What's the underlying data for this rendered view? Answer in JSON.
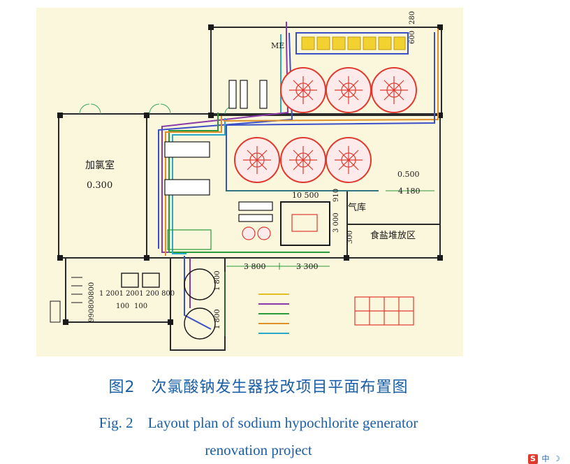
{
  "plan": {
    "room_jialv": "加氯室",
    "elev_room": "0.300",
    "elev_right": "0.500",
    "room_qiku": "气库",
    "room_salt": "食盐堆放区",
    "dim_10500": "10 500",
    "dim_4180": "4 180",
    "dim_3800": "3 800",
    "dim_3300": "3 300",
    "dim_3000": "3 000",
    "dim_910": "910",
    "dim_300": "300",
    "dim_280": "280",
    "dim_600": "600",
    "dim_1800a": "1 800",
    "dim_1800b": "1 800",
    "dim_bottom_row": "1 2001 2001 200 800",
    "dim_100a": "100",
    "dim_100b": "100",
    "dim_left_vert": "990800800",
    "label_me": "ME",
    "colors": {
      "bg": "#fbf7dc",
      "wall": "#2a2a2a",
      "tank": "#e03a2f",
      "pipe_purple": "#8a3aa8",
      "pipe_blue": "#3a4fc8",
      "pipe_green": "#2a9a3a",
      "pipe_orange": "#e0902a",
      "pipe_cyan": "#2aa8c8"
    }
  },
  "caption": {
    "cn": "图2　次氯酸钠发生器技改项目平面布置图",
    "en_line1": "Fig. 2　Layout plan of sodium hypochlorite generator",
    "en_line2": "renovation project"
  },
  "ime": {
    "s": "S",
    "zh": "中",
    "moon": "☽"
  }
}
